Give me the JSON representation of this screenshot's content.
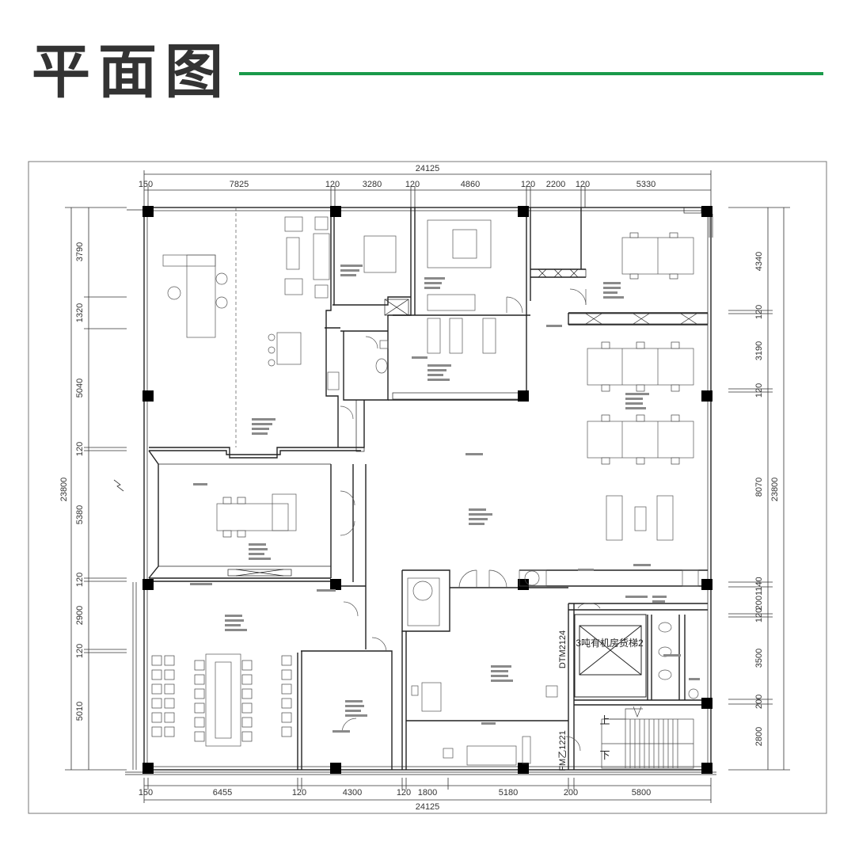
{
  "header": {
    "title": "平面图",
    "accent_color": "#1a9a4a"
  },
  "plan": {
    "top_total": "24125",
    "top_segments": [
      "150",
      "7825",
      "120",
      "3280",
      "120",
      "4860",
      "120",
      "2200",
      "120",
      "5330"
    ],
    "bottom_total": "24125",
    "bottom_segments": [
      "150",
      "6455",
      "120",
      "4300",
      "120",
      "1800",
      "5180",
      "200",
      "5800"
    ],
    "left_total": "23800",
    "left_segments": [
      "3790",
      "1320",
      "5040",
      "120",
      "5380",
      "120",
      "2900",
      "120",
      "5010"
    ],
    "right_total": "23800",
    "right_segments": [
      "4340",
      "120",
      "3190",
      "120",
      "8070",
      "200",
      "1140",
      "120",
      "3500",
      "200",
      "2800"
    ],
    "labels": {
      "elevator": "3吨有机房货梯2",
      "dtm": "DTM2124",
      "fm": "FM乙1221",
      "stair_up": "上",
      "stair_down": "下"
    }
  },
  "colors": {
    "ink": "#222222",
    "column": "#000000",
    "dim": "#333333"
  }
}
